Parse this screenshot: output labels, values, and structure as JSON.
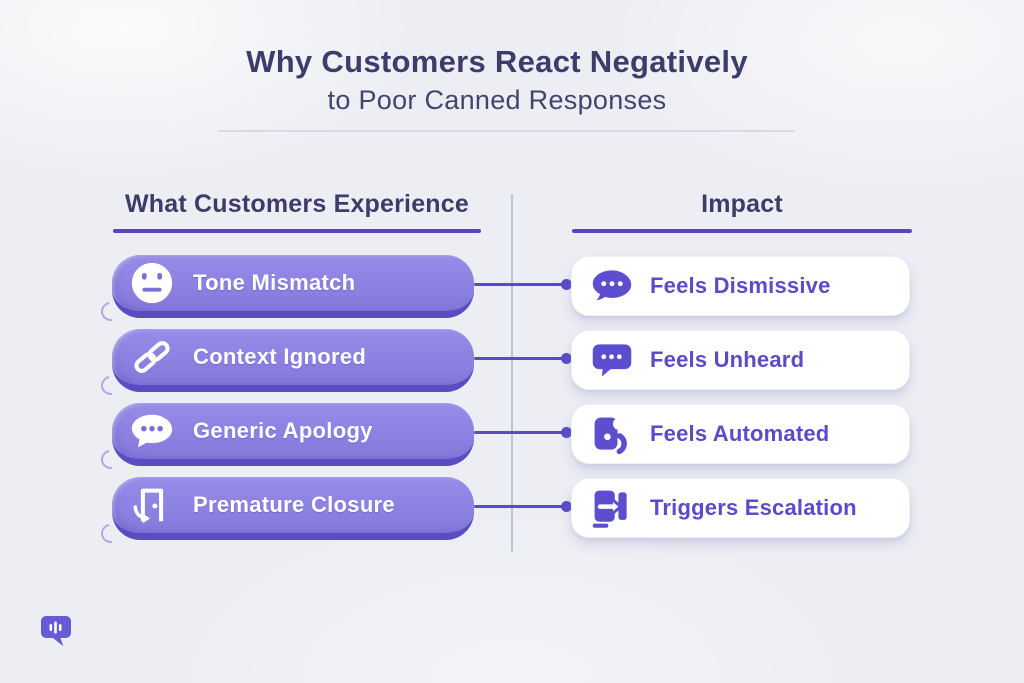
{
  "title": {
    "line1": "Why Customers React Negatively",
    "line2": "to Poor Canned Responses"
  },
  "columns": {
    "left_header": "What Customers Experience",
    "right_header": "Impact"
  },
  "rows": [
    {
      "experience": {
        "label": "Tone Mismatch",
        "icon": "neutral-face-icon"
      },
      "impact": {
        "label": "Feels Dismissive",
        "icon": "speech-bubble-icon"
      }
    },
    {
      "experience": {
        "label": "Context Ignored",
        "icon": "chain-link-icon"
      },
      "impact": {
        "label": "Feels Unheard",
        "icon": "square-speech-bubble-icon"
      }
    },
    {
      "experience": {
        "label": "Generic Apology",
        "icon": "speech-bubble-dots-icon"
      },
      "impact": {
        "label": "Feels Automated",
        "icon": "robot-head-icon"
      }
    },
    {
      "experience": {
        "label": "Premature Closure",
        "icon": "door-exit-icon"
      },
      "impact": {
        "label": "Triggers Escalation",
        "icon": "exit-arrow-icon"
      }
    }
  ],
  "colors": {
    "background": "#edeef3",
    "heading_text": "#3d3c68",
    "title_text": "#3d3c6a",
    "accent_underline": "#5943c6",
    "pill_fill": "#8a7ee0",
    "pill_edge": "#5a4cc2",
    "pill_text": "#ffffff",
    "card_background": "#ffffff",
    "card_text": "#5b4bcb",
    "connector": "#5a4bc4",
    "divider": "#bcc2e0",
    "logo": "#675cd3"
  }
}
